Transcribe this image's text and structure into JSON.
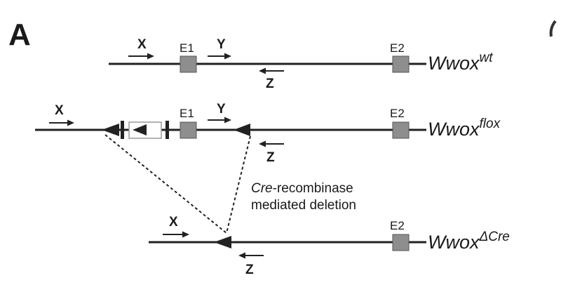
{
  "panel_label": "A",
  "alleles": {
    "wt": {
      "gene": "Wwox",
      "superscript": "wt",
      "exon1": "E1",
      "exon2": "E2",
      "primer_x": "X",
      "primer_y": "Y",
      "primer_z": "Z"
    },
    "flox": {
      "gene": "Wwox",
      "superscript": "flox",
      "exon1": "E1",
      "exon2": "E2",
      "primer_x": "X",
      "primer_y": "Y",
      "primer_z": "Z"
    },
    "delta": {
      "gene": "Wwox",
      "superscript": "ΔCre",
      "exon2": "E2",
      "primer_x": "X",
      "primer_z": "Z"
    }
  },
  "annotation": {
    "line1_italic": "Cre",
    "line1_rest": "-recombinase",
    "line2": "mediated deletion"
  },
  "colors": {
    "line": "#222222",
    "exon_fill": "#8e8e8e",
    "exon_stroke": "#555555",
    "text": "#1a1a1a"
  }
}
